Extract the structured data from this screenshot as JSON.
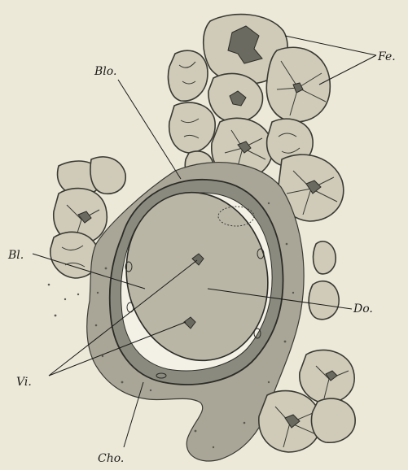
{
  "labels": {
    "fe": "Fe.",
    "blo": "Blo.",
    "bl": "Bl.",
    "do": "Do.",
    "vi": "Vi.",
    "cho": "Cho."
  },
  "colors": {
    "background": "#ece9d9",
    "cell_fill": "#cfcbb8",
    "tissue": "#a9a697",
    "dark_ring": "#8b8a7e",
    "yolk": "#b9b6a6",
    "ink": "#1c1c1a"
  }
}
